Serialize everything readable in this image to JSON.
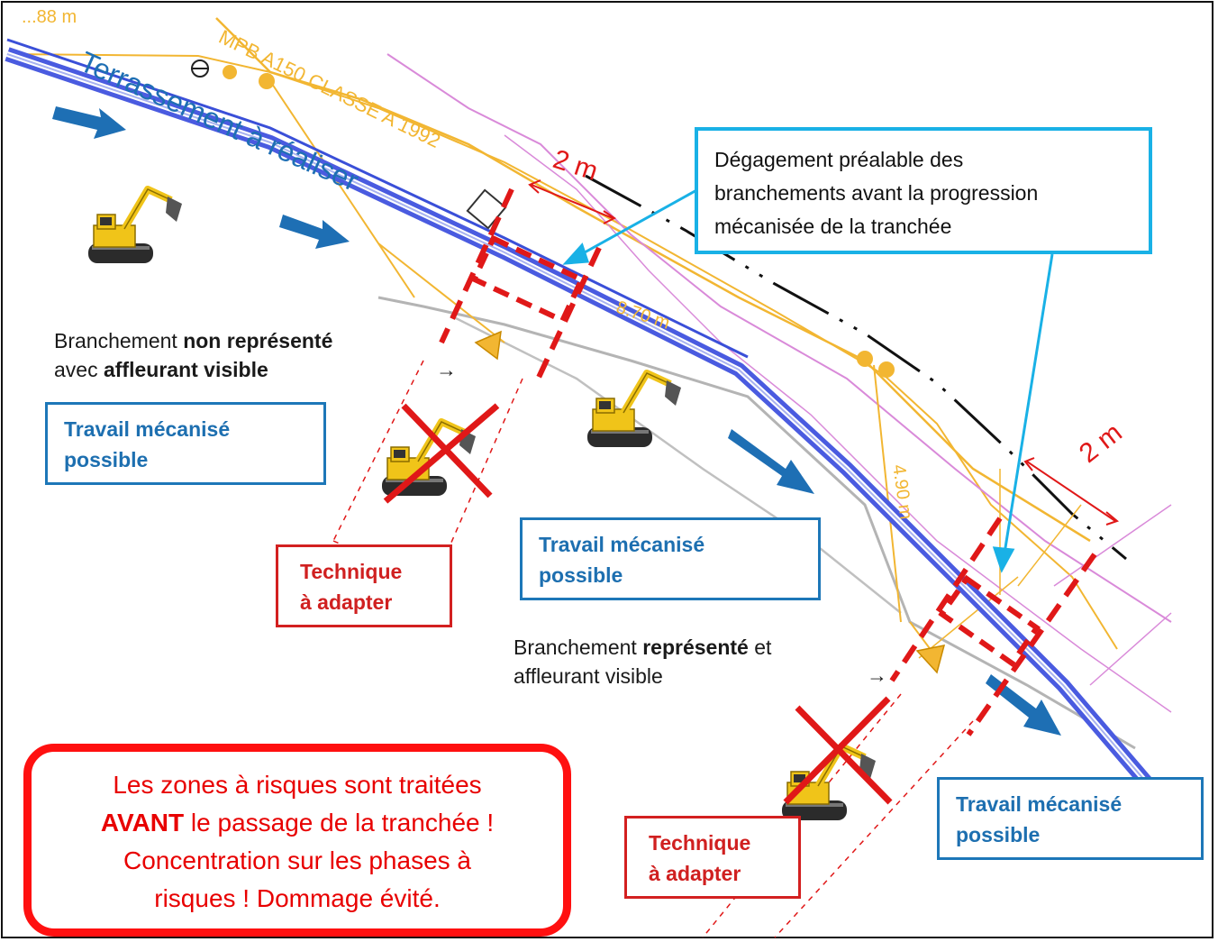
{
  "plan_labels": {
    "terrassement": "Terrassement à réaliser",
    "mpb_label": "MPB A150 CLASSE A 1992",
    "top_cut": "...88 m",
    "dim_870": "8.70 m",
    "dim_490": "4.90 m",
    "dim_2m_a": "2 m",
    "dim_2m_b": "2 m"
  },
  "callout": {
    "line1": "Dégagement préalable des",
    "line2": "branchements avant la progression",
    "line3": "mécanisée de la tranchée"
  },
  "branch_not_shown": {
    "l1_a": "Branchement ",
    "l1_b": "non représenté",
    "l2_a": "avec ",
    "l2_b": "affleurant visible",
    "arrow": "→"
  },
  "branch_shown": {
    "l1_a": "Branchement ",
    "l1_b": "représenté",
    "l1_c": " et",
    "l2": "affleurant visible",
    "arrow": "→"
  },
  "work_box_1": {
    "l1": "Travail mécanisé",
    "l2": "possible"
  },
  "work_box_2": {
    "l1": "Travail mécanisé",
    "l2": "possible"
  },
  "work_box_3": {
    "l1": "Travail mécanisé",
    "l2": "possible"
  },
  "technique_1": {
    "l1": "Technique",
    "l2": "à adapter"
  },
  "technique_2": {
    "l1": "Technique",
    "l2": "à adapter"
  },
  "summary": {
    "l1": "Les zones à risques sont traitées",
    "l2_bold": "AVANT",
    "l2_rest": " le passage de la tranchée !",
    "l3": "Concentration sur les phases à",
    "l4": "risques ! Dommage évité."
  },
  "colors": {
    "trench_blue": "#3a4fd8",
    "arrow_blue": "#1e6fb4",
    "network_orange": "#f2b632",
    "pink_line": "#d98ad9",
    "danger_red": "#e01818",
    "callout_cyan": "#19b1e6",
    "excavator_yellow": "#f0c419"
  },
  "icons": [
    "excavator-icon",
    "crossed-excavator-icon",
    "valve-icon",
    "flow-arrow-icon"
  ]
}
